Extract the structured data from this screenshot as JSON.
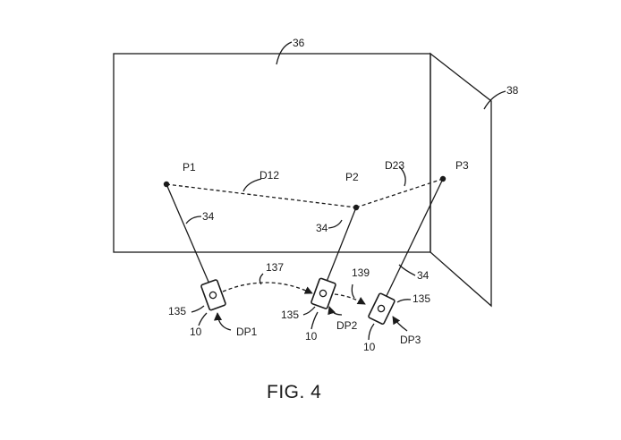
{
  "figure": {
    "caption": "FIG. 4",
    "labels": {
      "wall_front": "36",
      "wall_side": "38",
      "p1": "P1",
      "p2": "P2",
      "p3": "P3",
      "d12": "D12",
      "d23": "D23",
      "beam_1": "34",
      "beam_2": "34",
      "beam_3": "34",
      "path_1": "137",
      "path_2": "139",
      "device_1": "10",
      "device_2": "10",
      "device_3": "10",
      "lens_1": "135",
      "lens_2": "135",
      "lens_3": "135",
      "dp1": "DP1",
      "dp2": "DP2",
      "dp3": "DP3"
    }
  }
}
